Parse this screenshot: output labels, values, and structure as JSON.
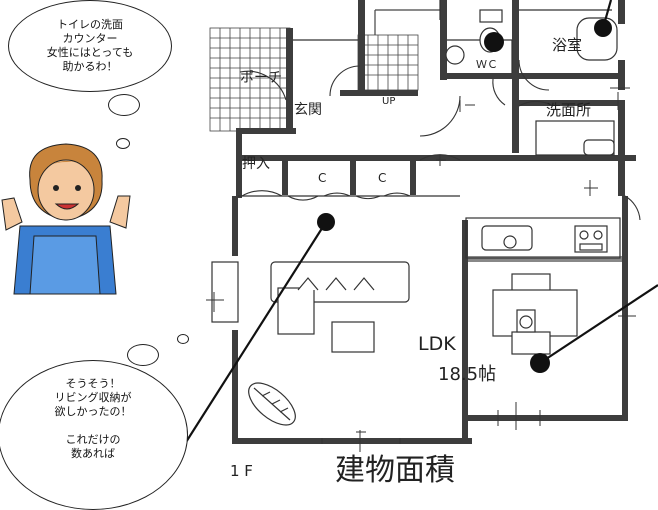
{
  "speech_bubbles": {
    "top": "トイレの洗面\nカウンター\n女性にはとっても\n助かるわ！",
    "bottom": "そうそう！\nリビング収納が\n欲しかったの！\n\nこれだけの\n数あれば"
  },
  "floor_plan": {
    "rooms": {
      "porch": "ポーチ",
      "entrance": "玄関",
      "stair_up": "UP",
      "toilet": "ＷＣ",
      "bath": "浴室",
      "washroom": "洗面所",
      "storage": "押入",
      "closet_1": "C",
      "closet_2": "C",
      "ldk": "LDK",
      "ldk_size": "18.5帖"
    },
    "floor_label": "1 F",
    "title": "建物面積"
  },
  "colors": {
    "wall": "#3d3d3d",
    "line": "#333333",
    "skin": "#f4c9a0",
    "hair": "#c8843c",
    "apron": "#3a7ed1"
  }
}
